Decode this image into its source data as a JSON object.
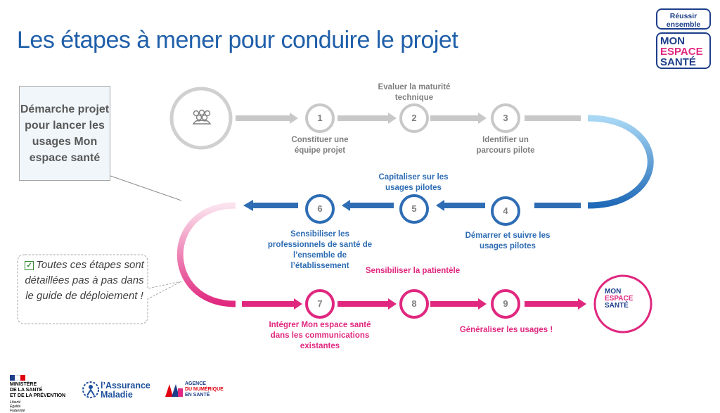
{
  "title": "Les étapes à mener pour conduire le projet",
  "logo": {
    "tagline": "Réussir ensemble",
    "brand": [
      "MON",
      "ESPACE",
      "SANTÉ"
    ]
  },
  "side_box": "Démarche projet pour lancer les usages Mon espace santé",
  "callout": {
    "icon": "checkbox-icon",
    "text": "Toutes ces étapes sont détaillées pas à pas dans le guide de déploiement !"
  },
  "start_icon": "people-group-icon",
  "end_logo": [
    "MON",
    "ESPACE",
    "SANTÉ"
  ],
  "steps": [
    {
      "num": "1",
      "label": "Constituer une équipe projet"
    },
    {
      "num": "2",
      "label": "Evaluer la maturité technique"
    },
    {
      "num": "3",
      "label": "Identifier un parcours pilote"
    },
    {
      "num": "4",
      "label": "Démarrer et suivre les usages pilotes"
    },
    {
      "num": "5",
      "label": "Capitaliser sur les usages pilotes"
    },
    {
      "num": "6",
      "label": "Sensibiliser les professionnels de santé de l’ensemble de l’établissement"
    },
    {
      "num": "7",
      "label": "Intégrer Mon espace santé dans les communications existantes"
    },
    {
      "num": "8",
      "label": "Sensibiliser la patientèle"
    },
    {
      "num": "9",
      "label": "Généraliser les usages !"
    }
  ],
  "colors": {
    "title": "#1f5fa9",
    "row1": "#bfbfbf",
    "row2": "#2e6db4",
    "row3": "#e0287f"
  },
  "footer": {
    "ministry": [
      "MINISTÈRE",
      "DE LA SANTÉ",
      "ET DE LA PRÉVENTION"
    ],
    "ministry_motto": [
      "Liberté",
      "Égalité",
      "Fraternité"
    ],
    "am": [
      "l’Assurance",
      "Maladie"
    ],
    "ans": [
      "AGENCE",
      "DU NUMÉRIQUE",
      "EN SANTÉ"
    ]
  }
}
